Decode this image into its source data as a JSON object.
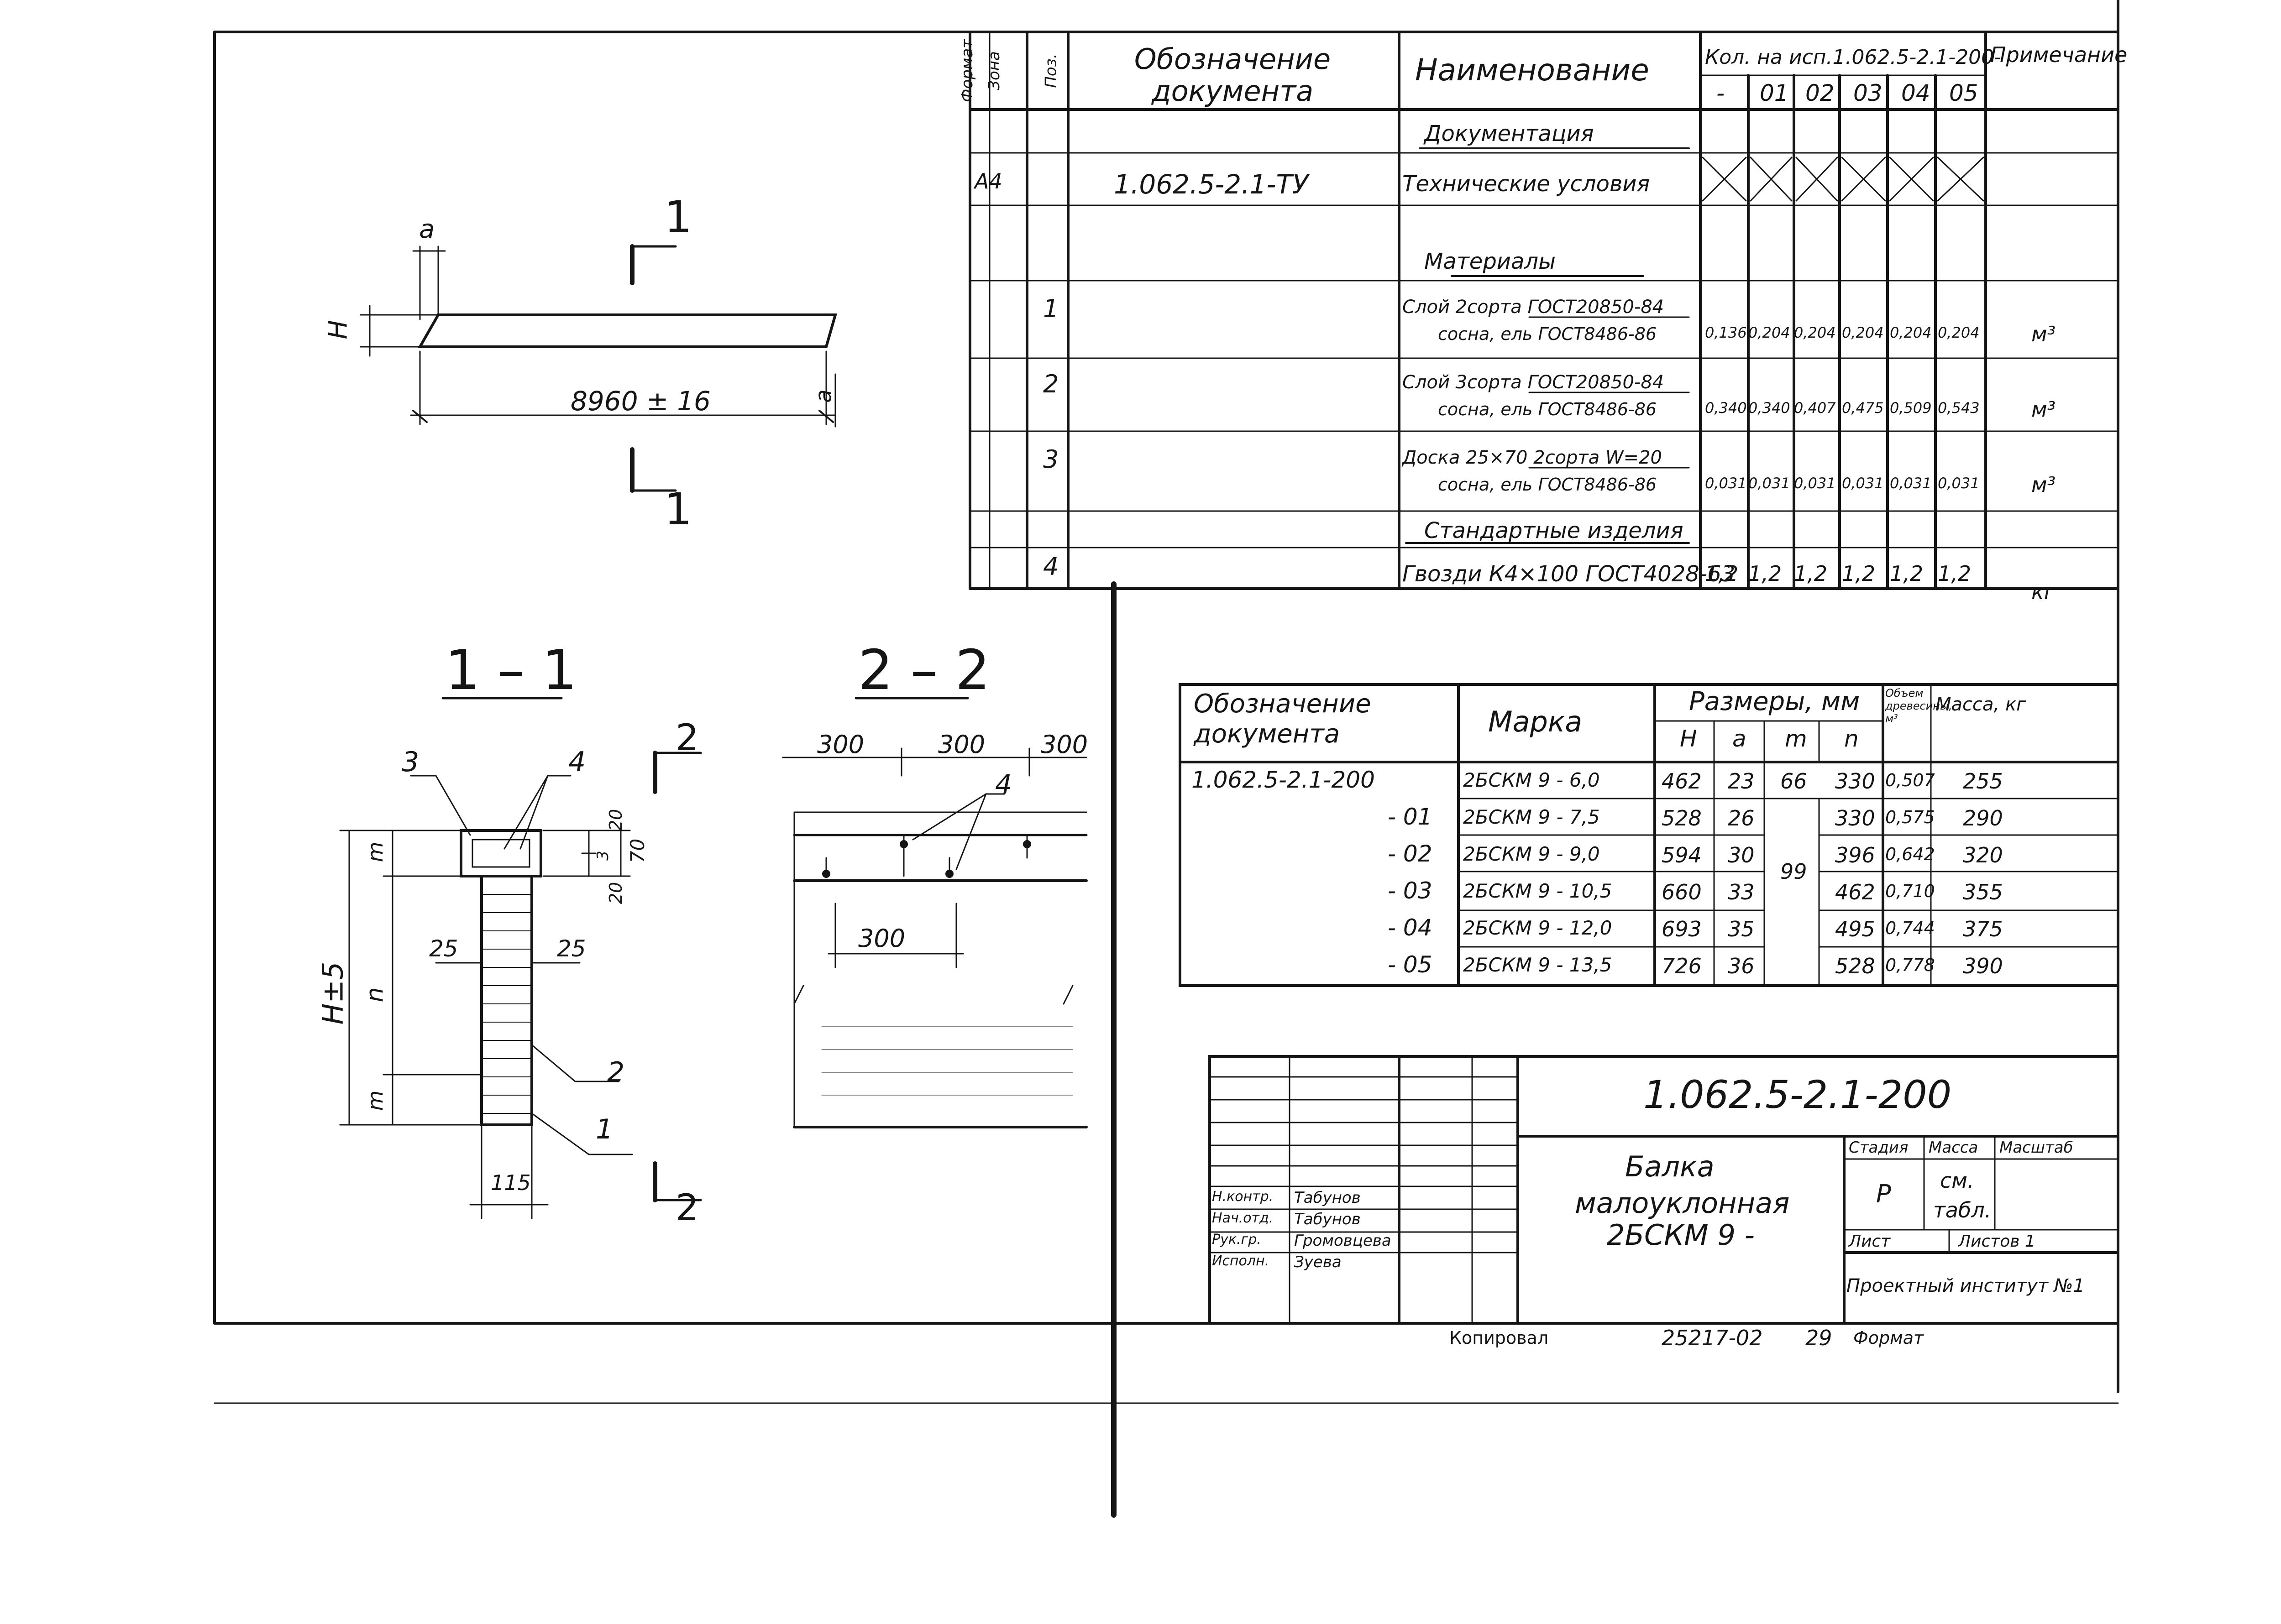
{
  "spec": {
    "headers": {
      "format": "Формат",
      "zone": "Зона",
      "pos": "Поз.",
      "designation": "Обозначение документа",
      "name": "Наименование",
      "qty_group": "Кол. на исп.1.062.5-2.1-200-",
      "qty_cols": [
        "-",
        "01",
        "02",
        "03",
        "04",
        "05"
      ],
      "note": "Примечание"
    },
    "rows": [
      {
        "format": "",
        "pos": "",
        "designation": "",
        "name": "Документация",
        "name2": "",
        "qty": [],
        "note": ""
      },
      {
        "format": "A4",
        "pos": "",
        "designation": "1.062.5-2.1-ТУ",
        "name": "Технические условия",
        "name2": "",
        "qty": [],
        "note": ""
      },
      {
        "format": "",
        "pos": "",
        "designation": "",
        "name": "Материалы",
        "name2": "",
        "qty": [],
        "note": ""
      },
      {
        "format": "",
        "pos": "1",
        "designation": "",
        "name": "Слой 2сорта ГОСТ20850-84",
        "name2": "сосна, ель ГОСТ8486-86",
        "qty": [
          "0,136",
          "0,204",
          "0,204",
          "0,204",
          "0,204",
          "0,204"
        ],
        "note": "м³"
      },
      {
        "format": "",
        "pos": "2",
        "designation": "",
        "name": "Слой 3сорта ГОСТ20850-84",
        "name2": "сосна, ель ГОСТ8486-86",
        "qty": [
          "0,340",
          "0,340",
          "0,407",
          "0,475",
          "0,509",
          "0,543"
        ],
        "note": "м³"
      },
      {
        "format": "",
        "pos": "3",
        "designation": "",
        "name": "Доска 25×70 2сорта W=20",
        "name2": "сосна, ель ГОСТ8486-86",
        "qty": [
          "0,031",
          "0,031",
          "0,031",
          "0,031",
          "0,031",
          "0,031"
        ],
        "note": "м³"
      },
      {
        "format": "",
        "pos": "",
        "designation": "",
        "name": "Стандартные изделия",
        "name2": "",
        "qty": [],
        "note": ""
      },
      {
        "format": "",
        "pos": "4",
        "designation": "",
        "name": "Гвозди К4×100 ГОСТ4028-63",
        "name2": "",
        "qty": [
          "1,2",
          "1,2",
          "1,2",
          "1,2",
          "1,2",
          "1,2"
        ],
        "note": "кг"
      }
    ]
  },
  "sizes": {
    "headers": {
      "designation": "Обозначение документа",
      "mark": "Марка",
      "dims": "Размеры, мм",
      "dim_cols": [
        "H",
        "a",
        "m",
        "n"
      ],
      "volume": "Объем древесины, м³",
      "mass": "Масса, кг"
    },
    "rows": [
      {
        "designation": "1.062.5-2.1-200",
        "mark": "2БСКМ 9 - 6,0",
        "H": "462",
        "a": "23",
        "m": "66",
        "n": "330",
        "volume": "0,507",
        "mass": "255"
      },
      {
        "designation": "- 01",
        "mark": "2БСКМ 9 - 7,5",
        "H": "528",
        "a": "26",
        "m": "",
        "n": "330",
        "volume": "0,575",
        "mass": "290"
      },
      {
        "designation": "- 02",
        "mark": "2БСКМ 9 - 9,0",
        "H": "594",
        "a": "30",
        "m": "",
        "n": "396",
        "volume": "0,642",
        "mass": "320"
      },
      {
        "designation": "- 03",
        "mark": "2БСКМ 9 - 10,5",
        "H": "660",
        "a": "33",
        "m": "99",
        "n": "462",
        "volume": "0,710",
        "mass": "355"
      },
      {
        "designation": "- 04",
        "mark": "2БСКМ 9 - 12,0",
        "H": "693",
        "a": "35",
        "m": "",
        "n": "495",
        "volume": "0,744",
        "mass": "375"
      },
      {
        "designation": "- 05",
        "mark": "2БСКМ 9 - 13,5",
        "H": "726",
        "a": "36",
        "m": "",
        "n": "528",
        "volume": "0,778",
        "mass": "390"
      }
    ]
  },
  "drawing": {
    "length_dim": "8960 ± 16",
    "dim_a": "a",
    "dim_H": "H",
    "cut_1": "1",
    "cut_2": "2",
    "section_1_title": "1 – 1",
    "section_2_title": "2 – 2",
    "sec1": {
      "callout_3": "3",
      "callout_4": "4",
      "callout_2": "2",
      "callout_1": "1",
      "dim_m_top": "m",
      "dim_n": "n",
      "dim_m_bot": "m",
      "dim_H_tol": "H±5",
      "dim_25_left": "25",
      "dim_25_right": "25",
      "dim_115": "115",
      "dim_20_top": "20",
      "dim_70": "70",
      "dim_3": "3",
      "dim_20_bot": "20"
    },
    "sec2": {
      "dim_300_a": "300",
      "dim_300_b": "300",
      "dim_300_c": "300",
      "dim_300_bottom": "300",
      "callout_4": "4"
    }
  },
  "title_block": {
    "doc_code": "1.062.5-2.1-200",
    "title_line1": "Балка",
    "title_line2": "малоуклонная",
    "title_line3": "2БСКМ 9 -",
    "stage_label": "Стадия",
    "mass_label": "Масса",
    "scale_label": "Масштаб",
    "stage_value": "Р",
    "mass_value_1": "см.",
    "mass_value_2": "табл.",
    "sheet_label": "Лист",
    "sheets_label": "Листов 1",
    "org": "Проектный институт №1",
    "people": [
      {
        "role": "Н.контр.",
        "name": "Табунов"
      },
      {
        "role": "Нач.отд.",
        "name": "Табунов"
      },
      {
        "role": "Рук.гр.",
        "name": "Громовцева"
      },
      {
        "role": "Исполн.",
        "name": "Зуева"
      }
    ]
  },
  "footer": {
    "copied": "Копировал",
    "order": "25217-02",
    "sheet_no": "29",
    "format": "Формат"
  }
}
